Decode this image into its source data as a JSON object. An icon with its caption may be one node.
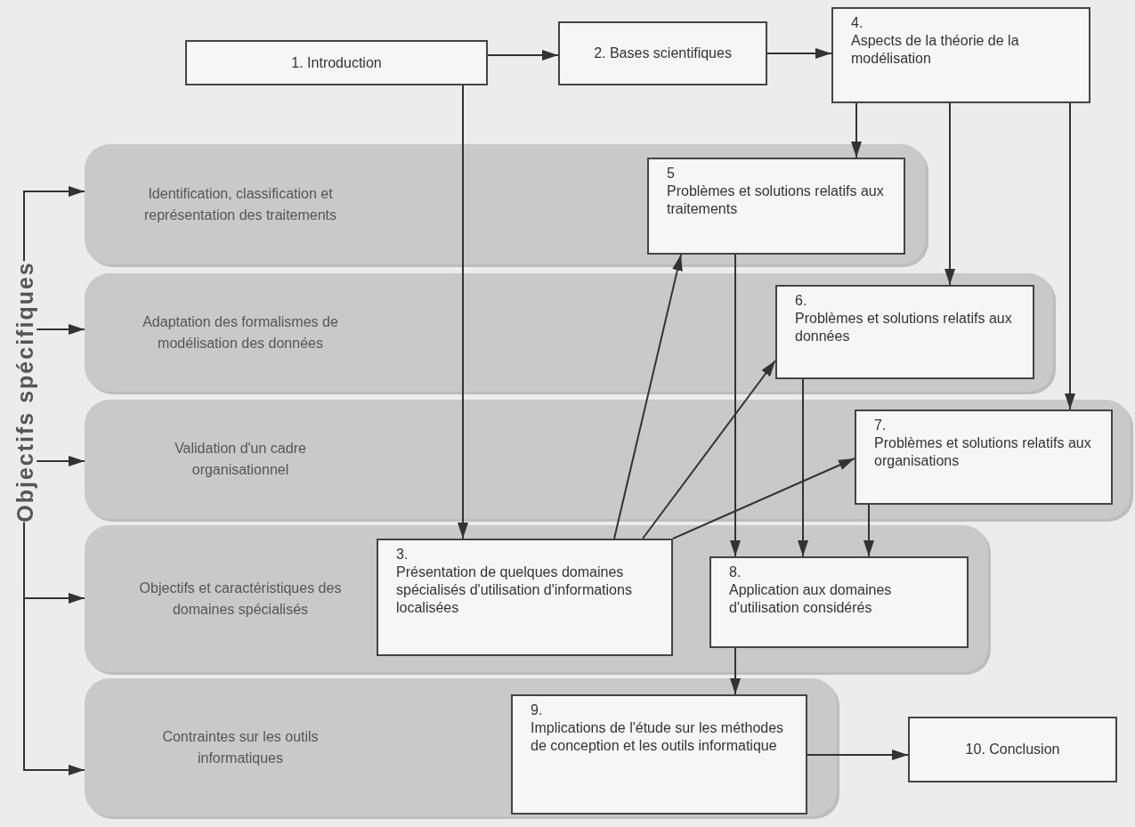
{
  "diagram": {
    "nodes": [
      {
        "text": [
          "1. Introduction"
        ]
      },
      {
        "text": [
          "2. Bases scientifiques"
        ]
      },
      {
        "text": [
          "4.",
          "Aspects de la théorie de la modélisation"
        ]
      },
      {
        "text": [
          "Objectifs spécifiques"
        ]
      },
      {
        "text": [
          "Identification, classification et représentation des traitements"
        ]
      },
      {
        "text": [
          "5",
          "Problèmes et solutions relatifs aux traitements"
        ],
        "in": 4
      },
      {
        "text": [
          "Adaptation des formalismes de modélisation des données"
        ]
      },
      {
        "text": [
          "6.",
          "Problèmes et solutions relatifs aux données"
        ],
        "in": 6
      },
      {
        "text": [
          "Validation d'un cadre organisationnel"
        ]
      },
      {
        "text": [
          "7.",
          "Problèmes et solutions relatifs aux organisations"
        ],
        "in": 8
      },
      {
        "text": [
          "Objectifs et caractéristiques des domaines spécialisés"
        ]
      },
      {
        "text": [
          "3.",
          "Présentation de quelques domaines spécialisés d'utilisation d'informations localisées"
        ],
        "in": 10
      },
      {
        "text": [
          "8.",
          "Application aux domaines d'utilisation considérés"
        ],
        "in": 10
      },
      {
        "text": [
          "Contraintes sur les outils informatiques"
        ]
      },
      {
        "text": [
          "9.",
          "Implications de l'étude sur les méthodes de conception et les outils informatique"
        ],
        "in": 13
      },
      {
        "text": [
          "10. Conclusion"
        ]
      }
    ],
    "edges": [
      {
        "from": 0,
        "to": 1,
        "arrow": "to"
      },
      {
        "from": 1,
        "to": 2,
        "arrow": "to"
      },
      {
        "from": 2,
        "to": 5,
        "arrow": "to"
      },
      {
        "from": 2,
        "to": 7,
        "arrow": "to"
      },
      {
        "from": 2,
        "to": 9,
        "arrow": "to"
      },
      {
        "from": 0,
        "to": 11,
        "arrow": "to"
      },
      {
        "from": 11,
        "to": 5,
        "arrow": "to"
      },
      {
        "from": 11,
        "to": 7,
        "arrow": "to"
      },
      {
        "from": 11,
        "to": 9,
        "arrow": "to"
      },
      {
        "from": 5,
        "to": 12,
        "arrow": "to"
      },
      {
        "from": 7,
        "to": 12,
        "arrow": "to"
      },
      {
        "from": 9,
        "to": 12,
        "arrow": "to"
      },
      {
        "from": 12,
        "to": 14,
        "arrow": "to"
      },
      {
        "from": 14,
        "to": 15,
        "arrow": "to"
      },
      {
        "from": 3,
        "to": 4,
        "arrow": "to"
      },
      {
        "from": 3,
        "to": 6,
        "arrow": "to"
      },
      {
        "from": 3,
        "to": 8,
        "arrow": "to"
      },
      {
        "from": 3,
        "to": 10,
        "arrow": "to"
      },
      {
        "from": 3,
        "to": 13,
        "arrow": "to"
      }
    ]
  }
}
